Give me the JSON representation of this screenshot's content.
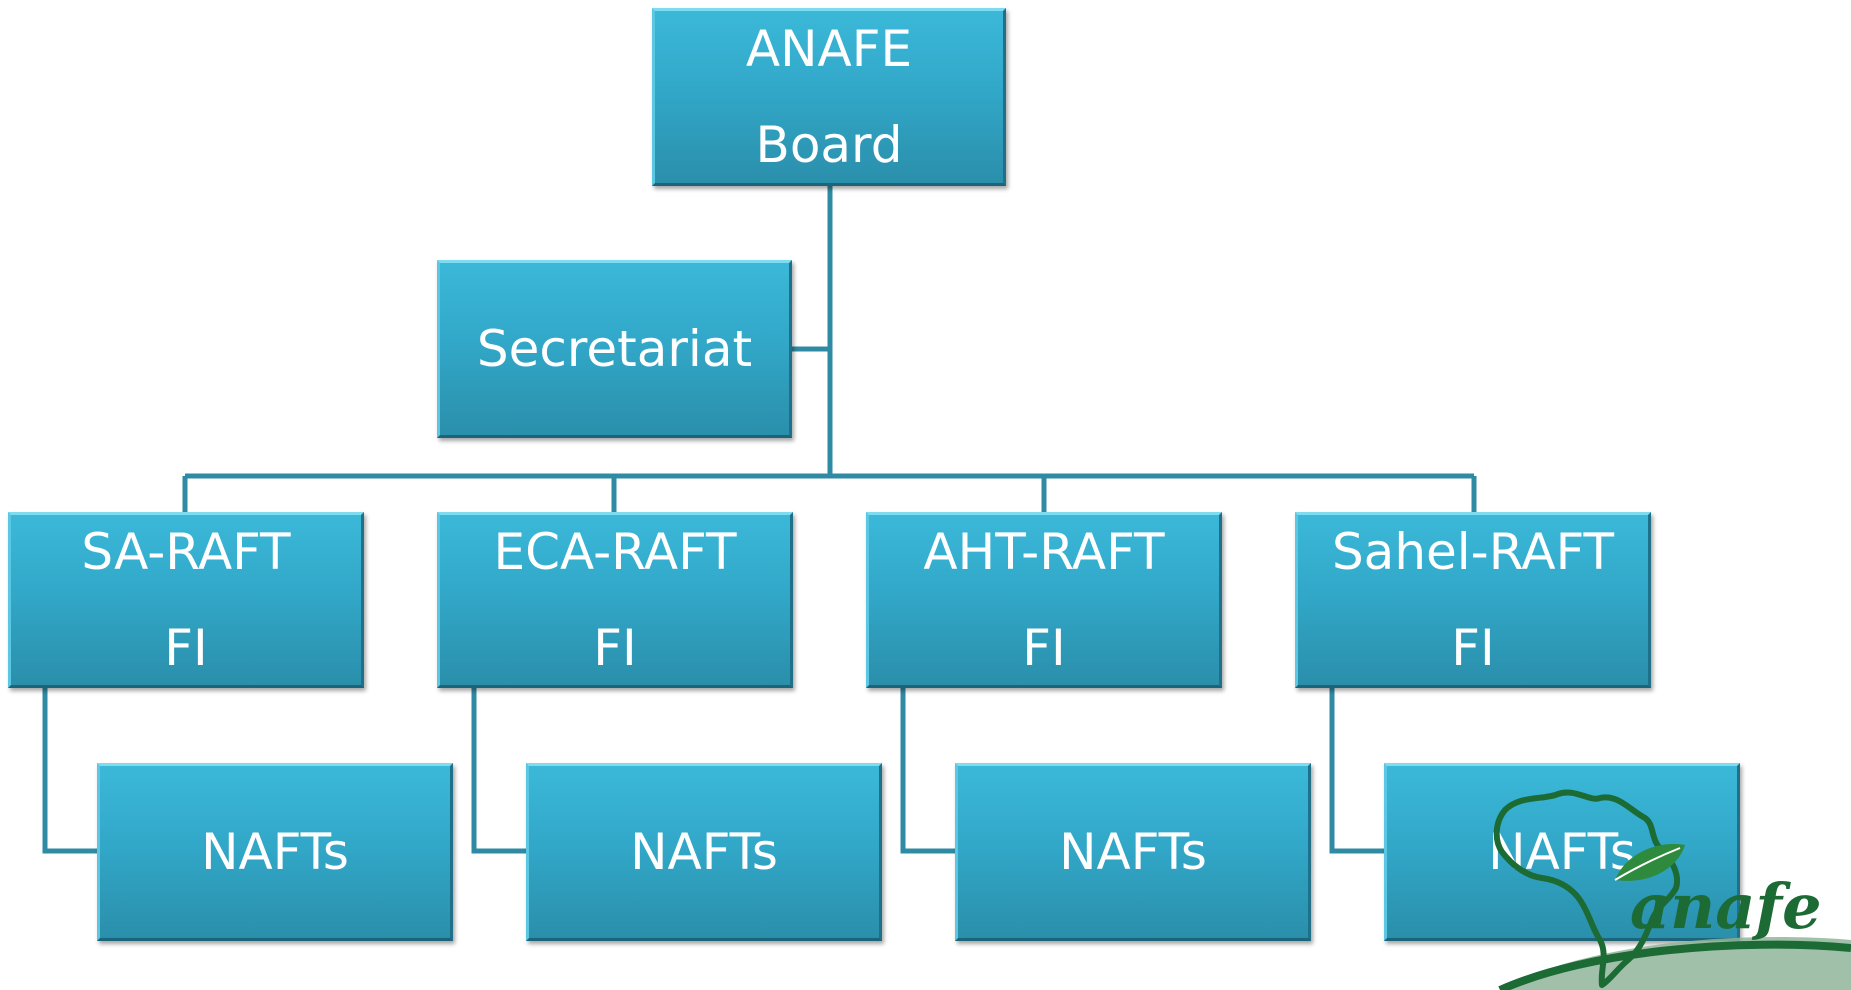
{
  "org_chart": {
    "board": {
      "line1": "ANAFE",
      "line2": "Board"
    },
    "secretariat": {
      "label": "Secretariat"
    },
    "rafts": [
      {
        "line1": "SA-RAFT",
        "line2": "FI"
      },
      {
        "line1": "ECA-RAFT",
        "line2": "FI"
      },
      {
        "line1": "AHT-RAFT",
        "line2": "FI"
      },
      {
        "line1": "Sahel-RAFT",
        "line2": "FI"
      }
    ],
    "nafts": [
      {
        "label": "NAFTs"
      },
      {
        "label": "NAFTs"
      },
      {
        "label": "NAFTs"
      },
      {
        "label": "NAFTs"
      }
    ]
  },
  "logo": {
    "text": "anafe"
  },
  "colors": {
    "box_top": "#3bb8d8",
    "box_bottom": "#2a8fab",
    "connector": "#2f8ba3",
    "logo_green": "#1c6b35"
  }
}
